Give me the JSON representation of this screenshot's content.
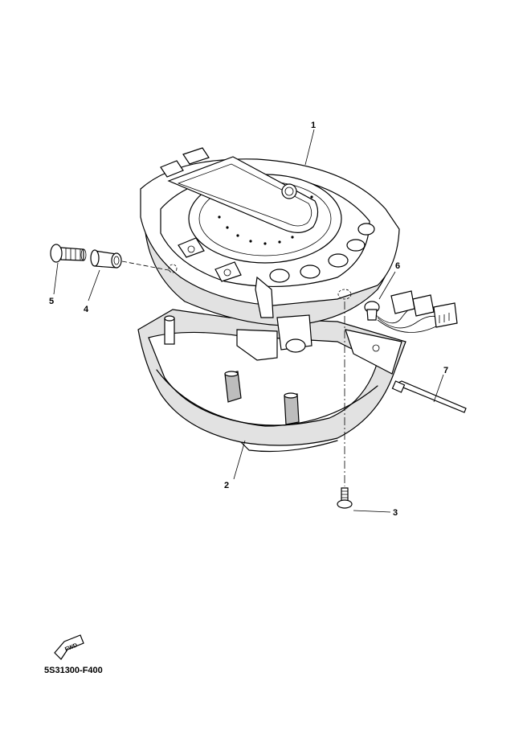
{
  "callouts": {
    "c1": "1",
    "c2": "2",
    "c3": "3",
    "c4": "4",
    "c5": "5",
    "c6": "6",
    "c7": "7"
  },
  "fwd_label": "FWD",
  "diagram_code": "5S31300-F400"
}
